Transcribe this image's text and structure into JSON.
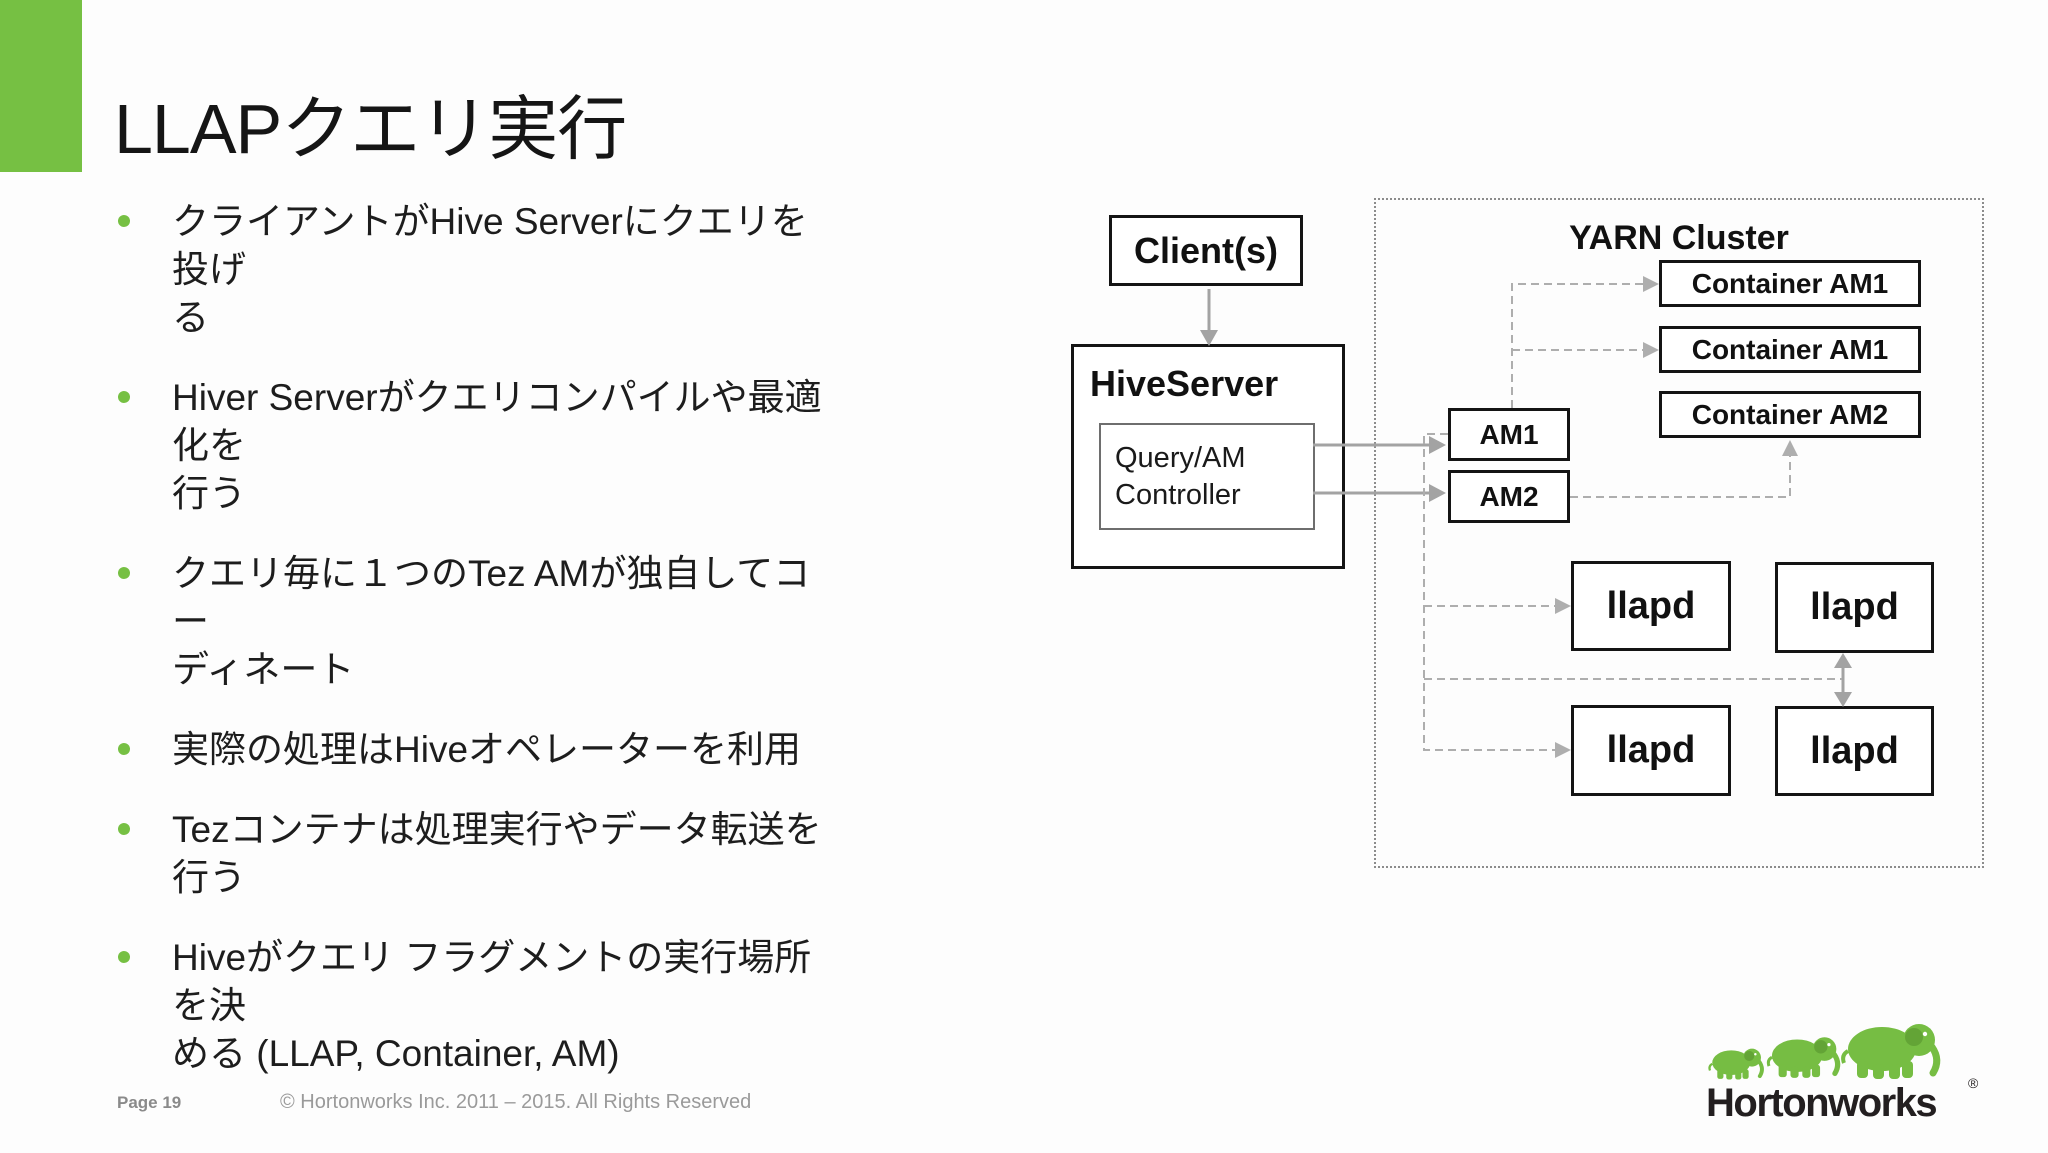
{
  "slide": {
    "title": "LLAPクエリ実行"
  },
  "bullets": [
    {
      "text": "クライアントがHive Serverにクエリを投げ\nる"
    },
    {
      "text": "Hiver Serverがクエリコンパイルや最適化を\n行う"
    },
    {
      "text": "クエリ毎に１つのTez AMが独自してコー\nディネート"
    },
    {
      "text": "実際の処理はHiveオペレーターを利用"
    },
    {
      "text": "Tezコンテナは処理実行やデータ転送を行う"
    },
    {
      "text": "Hiveがクエリ フラグメントの実行場所を決\nめる (LLAP, Container, AM)"
    }
  ],
  "diagram": {
    "client": "Client(s)",
    "hiveserver": "HiveServer",
    "query_am": "Query/AM\nController",
    "yarn_title": "YARN Cluster",
    "containers": [
      "Container AM1",
      "Container AM1",
      "Container AM2"
    ],
    "ams": [
      "AM1",
      "AM2"
    ],
    "llapd": [
      "llapd",
      "llapd",
      "llapd",
      "llapd"
    ]
  },
  "footer": {
    "page": "Page 19",
    "copyright": "© Hortonworks Inc. 2011 – 2015. All Rights Reserved"
  },
  "logo": {
    "wordmark": "Hortonworks",
    "registered": "®"
  },
  "colors": {
    "accent_green": "#76C043",
    "logo_green": "#76BD43",
    "text_dark": "#1D1D1D",
    "arrow_gray": "#A3A3A3",
    "dashed_gray": "#AEAEAE",
    "footer_gray": "#8F8F8F"
  }
}
